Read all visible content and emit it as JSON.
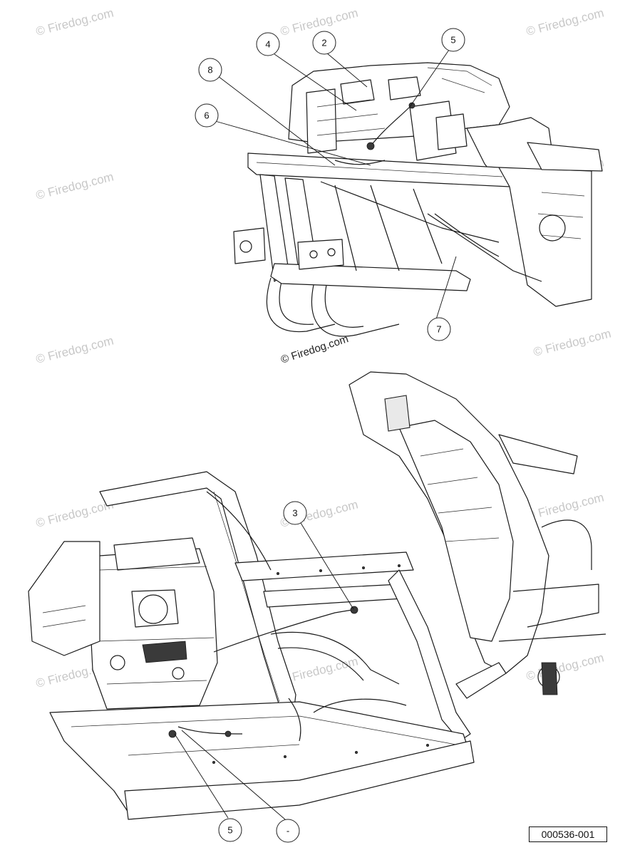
{
  "watermark": {
    "text": "© Firedog.com"
  },
  "center_watermark": {
    "text": "© Firedog.com"
  },
  "part_number": "000536-001",
  "callouts_top": [
    {
      "label": "4"
    },
    {
      "label": "2"
    },
    {
      "label": "5"
    },
    {
      "label": "8"
    },
    {
      "label": "6"
    },
    {
      "label": "7"
    }
  ],
  "callouts_bottom": [
    {
      "label": "3"
    },
    {
      "label": "5"
    },
    {
      "label": "-"
    }
  ]
}
